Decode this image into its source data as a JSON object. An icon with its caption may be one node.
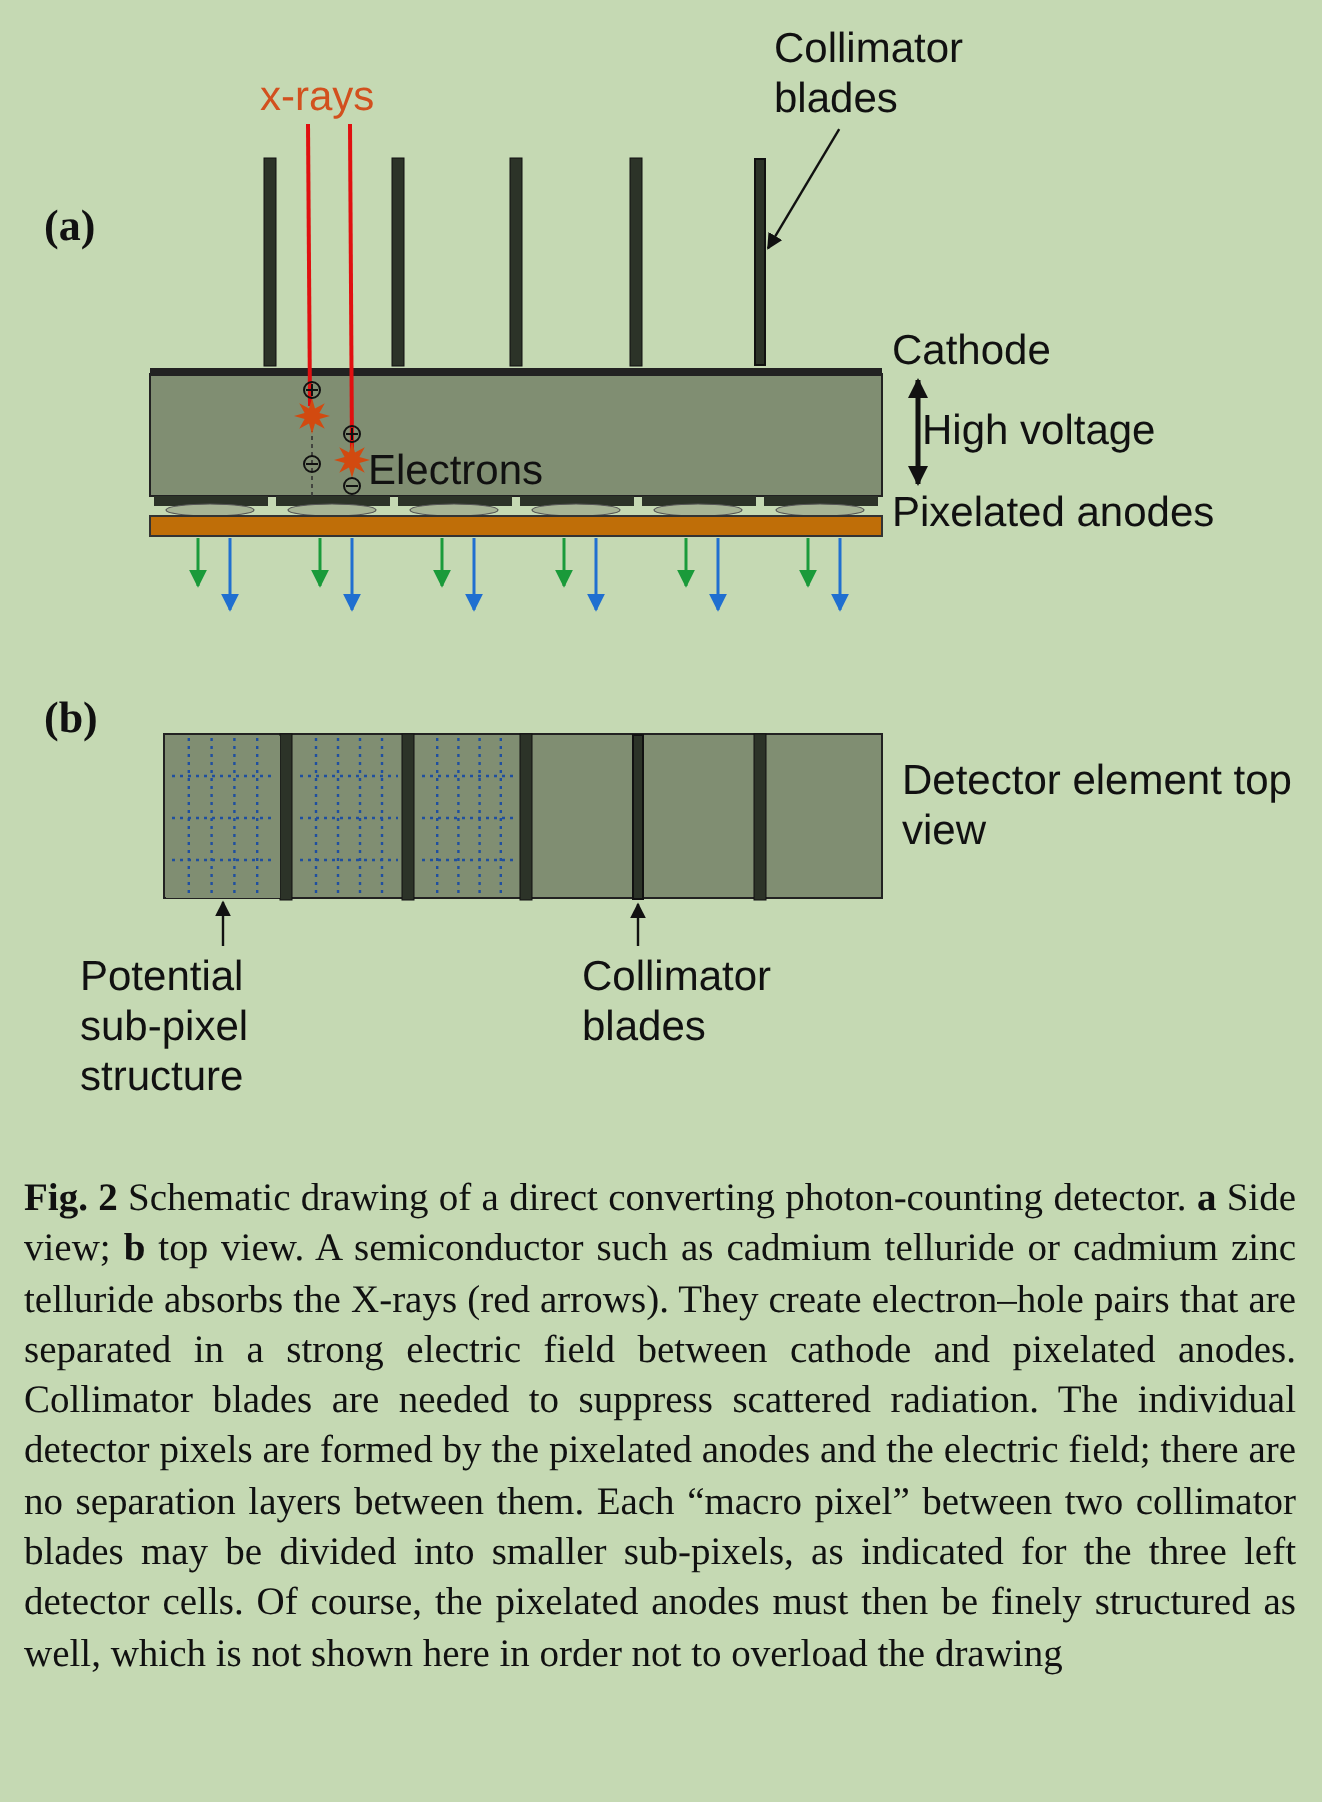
{
  "diagram": {
    "caption": "**Fig. 2** Schematic drawing of a direct converting photon-counting detector. **a** Side view; **b** top view. A semiconductor such as cadmium telluride or cadmium zinc telluride absorbs the X-rays (red arrows). They create electron–hole pairs that are separated in a strong electric field between cathode and pixelated anodes. Collimator blades are needed to suppress scattered radiation. The individual detector pixels are formed by the pixelated anodes and the electric field; there are no separation layers between them. Each “macro pixel” between two collimator blades may be divided into smaller sub-pixels, as indicated for the three left detector cells. Of course, the pixelated anodes must then be finely structured as well, which is not shown here in order not to overload the drawing",
    "nodes": [
      {
        "text": [
          "Collimator blades"
        ]
      },
      {
        "text": [],
        "shape": "bar"
      },
      {
        "text": [
          "Potential sub-pixel structure"
        ]
      },
      {
        "text": [],
        "shape": "box"
      },
      {
        "text": [
          "Collimator blades"
        ]
      },
      {
        "text": [],
        "shape": "bar"
      }
    ],
    "edges": [
      {
        "from": 0,
        "to": 1,
        "arrow": "to"
      },
      {
        "from": 2,
        "to": 3,
        "arrow": "to"
      },
      {
        "from": 4,
        "to": 5,
        "arrow": "to"
      }
    ],
    "labels": [
      "x-rays",
      "(a)",
      "Cathode",
      "High voltage",
      "Electrons",
      "Pixelated anodes",
      "(b)",
      "Detector element top view"
    ]
  }
}
